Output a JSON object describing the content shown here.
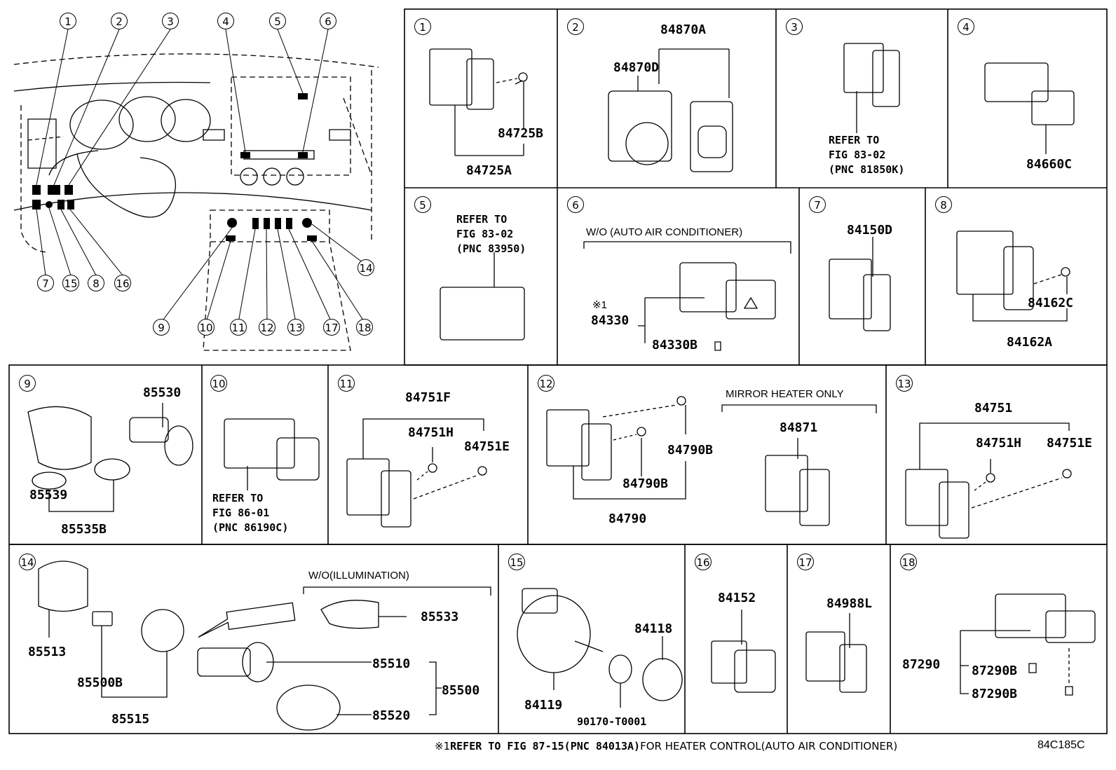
{
  "overview": {
    "callouts": [
      "1",
      "2",
      "3",
      "4",
      "5",
      "6",
      "7",
      "15",
      "8",
      "16",
      "9",
      "10",
      "11",
      "12",
      "13",
      "17",
      "18",
      "14"
    ]
  },
  "panels": [
    {
      "num": "1",
      "labels": [
        "84725B",
        "84725A"
      ]
    },
    {
      "num": "2",
      "labels": [
        "84870A",
        "84870D"
      ]
    },
    {
      "num": "3",
      "ref": "REFER TO\nFIG 83-02\n(PNC 81850K)"
    },
    {
      "num": "4",
      "labels": [
        "84660C"
      ]
    },
    {
      "num": "5",
      "ref": "REFER TO\nFIG 83-02\n(PNC 83950)"
    },
    {
      "num": "6",
      "note": "W/O (AUTO AIR CONDITIONER)",
      "labels": [
        "※1",
        "84330",
        "84330B"
      ]
    },
    {
      "num": "7",
      "labels": [
        "84150D"
      ]
    },
    {
      "num": "8",
      "labels": [
        "84162C",
        "84162A"
      ]
    },
    {
      "num": "9",
      "labels": [
        "85530",
        "85539",
        "85535B"
      ]
    },
    {
      "num": "10",
      "ref": "REFER TO\nFIG 86-01\n(PNC 86190C)"
    },
    {
      "num": "11",
      "labels": [
        "84751F",
        "84751H",
        "84751E"
      ]
    },
    {
      "num": "12",
      "note": "MIRROR HEATER ONLY",
      "labels": [
        "84790B",
        "84790B",
        "84790",
        "84871"
      ]
    },
    {
      "num": "13",
      "labels": [
        "84751",
        "84751H",
        "84751E"
      ]
    },
    {
      "num": "14",
      "note": "W/O(ILLUMINATION)",
      "labels": [
        "85533",
        "85513",
        "85500B",
        "85515",
        "85510",
        "85500",
        "85520"
      ]
    },
    {
      "num": "15",
      "labels": [
        "84118",
        "84119",
        "90170-T0001"
      ]
    },
    {
      "num": "16",
      "labels": [
        "84152"
      ]
    },
    {
      "num": "17",
      "labels": [
        "84988L"
      ]
    },
    {
      "num": "18",
      "labels": [
        "87290",
        "87290B",
        "87290B"
      ]
    }
  ],
  "footer": {
    "mark": "※1",
    "mono": "REFER TO FIG 87-15(PNC 84013A)",
    "rest": "FOR HEATER CONTROL(AUTO AIR CONDITIONER)"
  },
  "figure_code": "84C185C"
}
